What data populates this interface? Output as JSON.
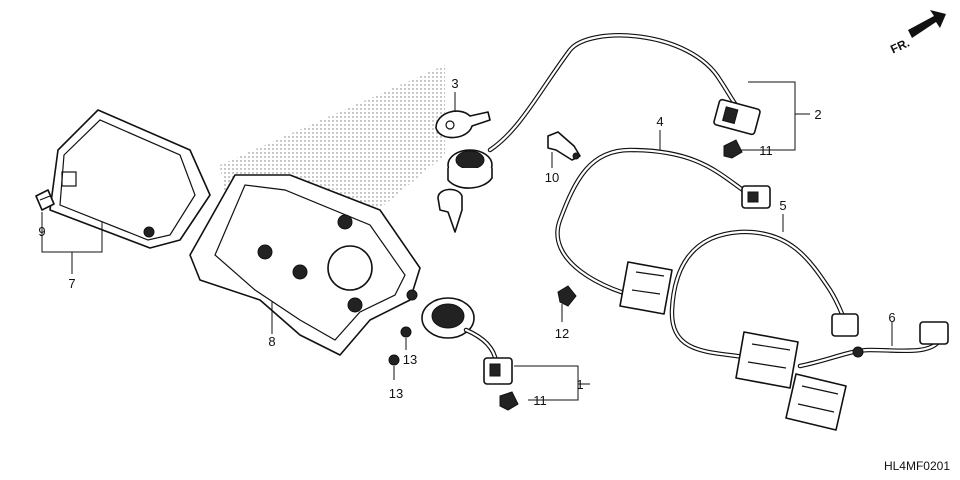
{
  "diagram": {
    "code": "HL4MF0201",
    "direction_label": "FR.",
    "callouts": [
      "1",
      "2",
      "3",
      "4",
      "5",
      "6",
      "7",
      "8",
      "9",
      "10",
      "11",
      "11",
      "12",
      "13",
      "13"
    ]
  }
}
